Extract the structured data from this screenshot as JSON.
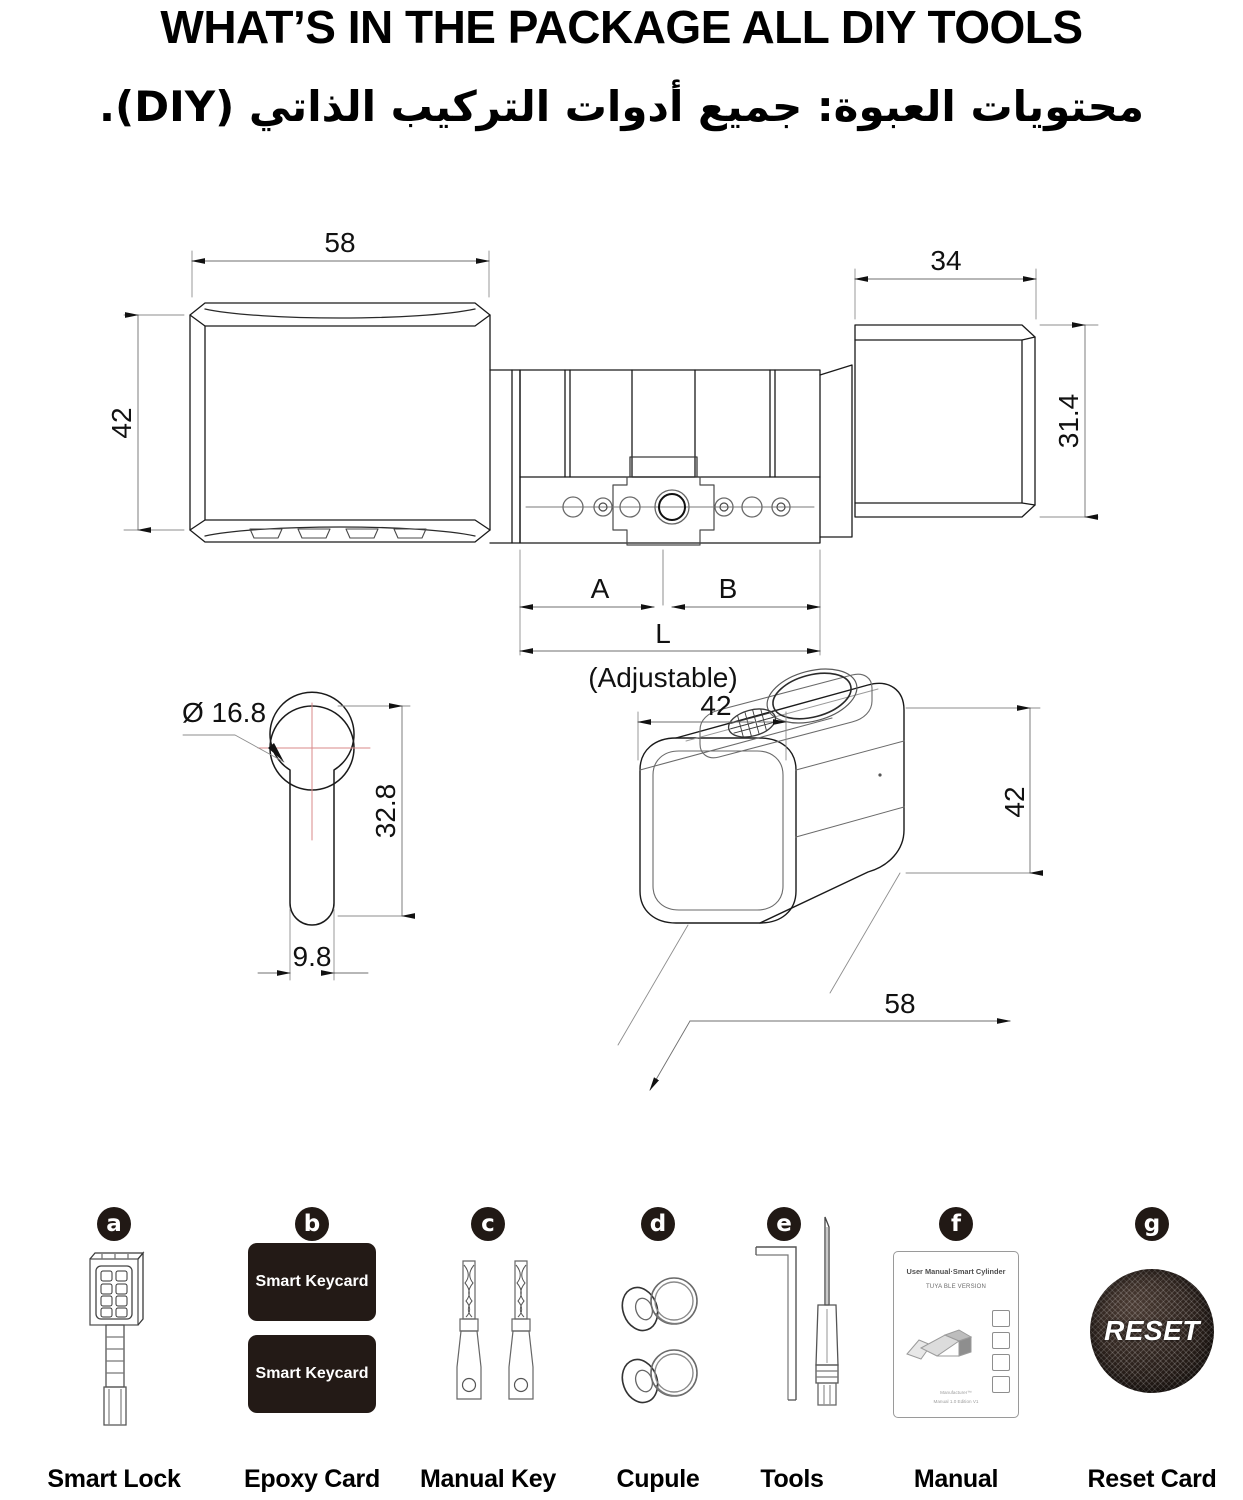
{
  "header": {
    "title_en": "WHAT’S IN THE PACKAGE ALL DIY TOOLS",
    "title_ar": "محتويات العبوة: جميع أدوات التركيب الذاتي (DIY)."
  },
  "drawings": {
    "side_view": {
      "width_label": "58",
      "height_label": "42",
      "knob_width_label": "34",
      "knob_height_label": "31.4",
      "segment_a_label": "A",
      "segment_b_label": "B",
      "total_length_label": "L",
      "adjustable_note": "(Adjustable)"
    },
    "profile_view": {
      "diameter_label": "Ø 16.8",
      "height_label": "32.8",
      "width_label": "9.8"
    },
    "iso_view": {
      "width_label": "42",
      "height_label": "42",
      "depth_label": "58"
    }
  },
  "package_items": [
    {
      "badge": "a",
      "label": "Smart Lock",
      "icon": "smart-lock-icon"
    },
    {
      "badge": "b",
      "label": "Epoxy Card",
      "icon": "epoxy-card-icon",
      "cards": [
        "Smart Keycard",
        "Smart Keycard"
      ]
    },
    {
      "badge": "c",
      "label": "Manual Key",
      "icon": "manual-key-icon"
    },
    {
      "badge": "d",
      "label": "Cupule",
      "icon": "cupule-keyring-icon"
    },
    {
      "badge": "e",
      "label": "Tools",
      "icon": "tools-icon"
    },
    {
      "badge": "f",
      "label": "Manual",
      "icon": "manual-booklet-icon",
      "manual": {
        "title": "User Manual·Smart Cylinder",
        "subtitle": "TUYA BLE VERSION",
        "footer_line1": "Manufacturer™",
        "footer_line2": "Manual 1.0 Edition V1"
      }
    },
    {
      "badge": "g",
      "label": "Reset Card",
      "icon": "reset-card-icon",
      "reset_text": "RESET"
    }
  ],
  "colors": {
    "line": "#1a1a1a",
    "thin_line": "#8d8d8d",
    "centerline": "#d98a8a",
    "badge_bg": "#211915",
    "card_bg": "#231a16",
    "text": "#000000"
  }
}
